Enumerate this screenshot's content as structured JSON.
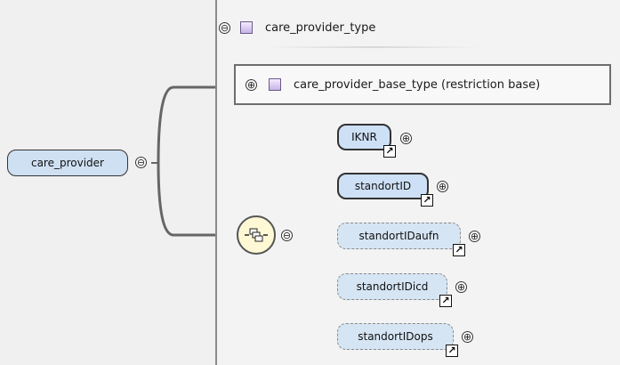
{
  "root": {
    "label": "care_provider",
    "collapse_symbol": "⊖"
  },
  "type_header": {
    "label": "care_provider_type",
    "collapse_symbol": "⊖"
  },
  "base": {
    "label": "care_provider_base_type (restriction base)",
    "expand_symbol": "⊕"
  },
  "sequence": {
    "collapse_symbol": "⊖",
    "icon": "sequence-compositor-icon"
  },
  "elements": [
    {
      "label": "IKNR",
      "kind": "mandatory",
      "expand_symbol": "⊕"
    },
    {
      "label": "standortID",
      "kind": "mandatory",
      "expand_symbol": "⊕"
    },
    {
      "label": "standortIDaufn",
      "kind": "optional",
      "expand_symbol": "⊕"
    },
    {
      "label": "standortIDicd",
      "kind": "optional",
      "expand_symbol": "⊕"
    },
    {
      "label": "standortIDops",
      "kind": "optional",
      "expand_symbol": "⊕"
    }
  ],
  "link_badge_symbol": "↗",
  "colors": {
    "node_fill": "#cfe0f3",
    "type_icon": "#c6b3e6",
    "sequence_fill": "#fff8d4"
  }
}
